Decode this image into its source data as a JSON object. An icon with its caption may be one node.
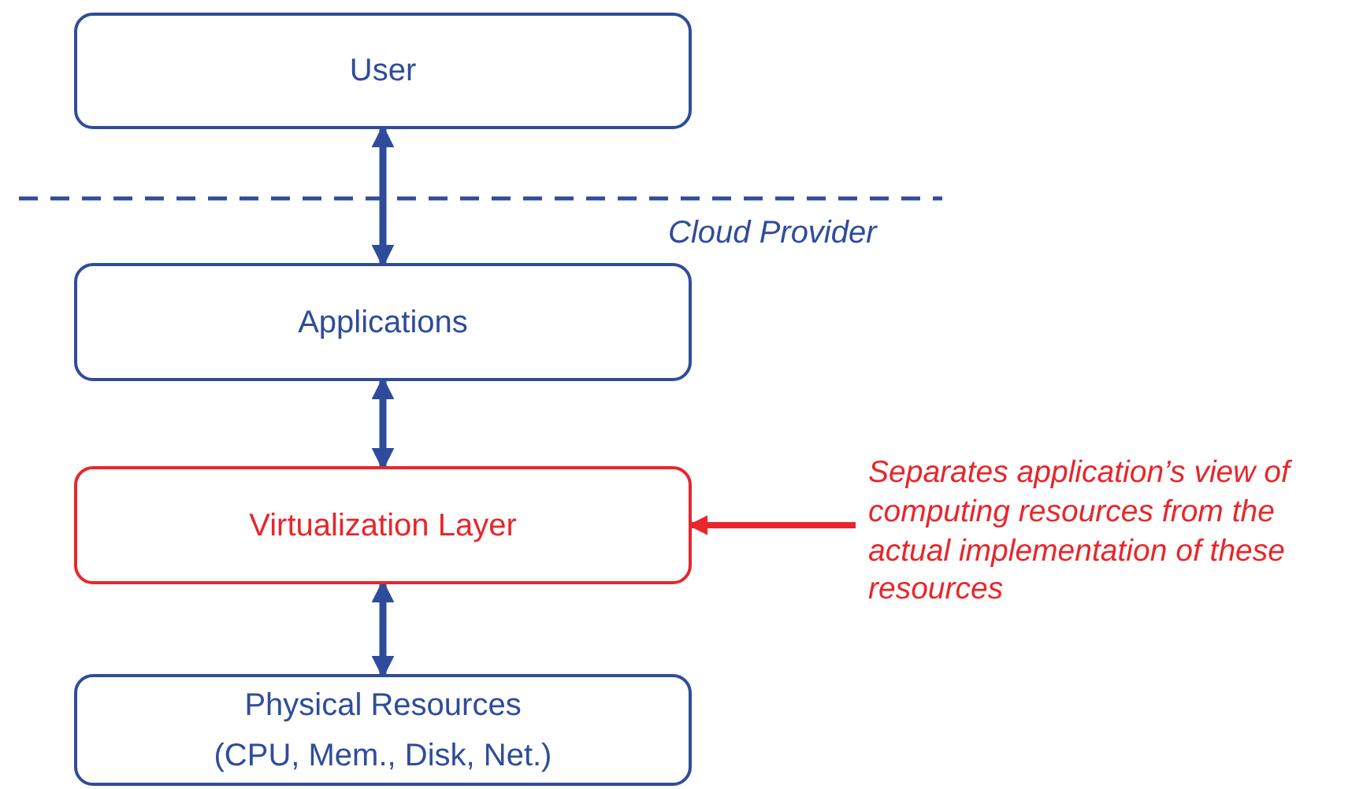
{
  "diagram": {
    "nodes": [
      {
        "text": [
          "User"
        ]
      },
      {
        "text": [
          "Applications"
        ]
      },
      {
        "text": [
          "Virtualization Layer"
        ]
      },
      {
        "text": [
          "Physical Resources",
          "(CPU, Mem., Disk, Net.)"
        ]
      },
      {
        "text": [
          "Separates application’s view of computing resources from the actual implementation of these resources"
        ]
      }
    ],
    "edges": [
      {
        "from": 0,
        "to": 1,
        "arrow": "both"
      },
      {
        "from": 1,
        "to": 2,
        "arrow": "both"
      },
      {
        "from": 2,
        "to": 3,
        "arrow": "both"
      },
      {
        "from": 4,
        "to": 2,
        "arrow": "to",
        "color": "#e8262b"
      }
    ],
    "labels": [
      "Cloud Provider"
    ]
  }
}
